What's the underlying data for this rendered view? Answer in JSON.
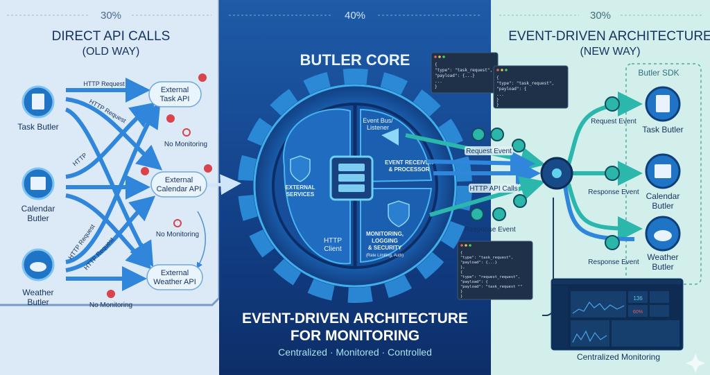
{
  "percentages": {
    "left": "30%",
    "center": "40%",
    "right": "30%"
  },
  "left": {
    "title": "DIRECT API CALLS",
    "subtitle": "(OLD WAY)",
    "butlers": [
      "Task Butler",
      "Calendar",
      "Butler",
      "Weather",
      "Butler"
    ],
    "apis": [
      [
        "External",
        "Task API"
      ],
      [
        "External",
        "Calendar API"
      ],
      [
        "External",
        "Weather API"
      ]
    ],
    "arrow_labels": [
      "HTTP Request",
      "HTTP Request",
      "HTTP",
      "HTTP Request",
      "HTTP Request"
    ],
    "no_monitoring": "No Monitoring"
  },
  "center": {
    "title": "BUTLER CORE",
    "modules": {
      "event_bus": [
        "Event Bus/",
        "Listener"
      ],
      "receiver": [
        "EVENT RECEIVER",
        "& PROCESSOR"
      ],
      "external": [
        "EXTERNAL",
        "SERVICES"
      ],
      "http": [
        "HTTP",
        "Client"
      ],
      "monitoring": [
        "MONITORING,",
        "LOGGING",
        "& SECURITY",
        "(Rate Limiting, Auth)"
      ]
    },
    "bottom_title_1": "EVENT-DRIVEN ARCHITECTURE",
    "bottom_title_2": "FOR MONITORING",
    "tagline": "Centralized · Monitored · Controlled"
  },
  "right": {
    "title": "EVENT-DRIVEN ARCHITECTURE",
    "subtitle": "(NEW WAY)",
    "sdk_label": "Butler SDK",
    "butlers": [
      "Task Butler",
      "Calendar",
      "Butler",
      "Weather",
      "Butler"
    ],
    "flow_labels": {
      "request_in": "Request Event",
      "http_calls": "HTTP API Calls",
      "response_in": "Response Event",
      "request_out": "Request Event",
      "response_out_1": "Response Event",
      "response_out_2": "Response Event"
    },
    "dashboard_caption": "Centralized Monitoring",
    "dashboard_value": "136",
    "dashboard_pct": "60%"
  },
  "code_windows": {
    "a": [
      "{",
      "  \"type\": \"task_request\",",
      "  \"payload\": {...}",
      "  ...",
      "}"
    ],
    "b": [
      "{",
      "  \"type\": \"task_request\",",
      "  \"payload\": {",
      "    ...",
      "  }",
      "}"
    ],
    "c": [
      "{",
      "  \"type\": \"task_request\",",
      "  \"payload\": {...}",
      "},",
      "{",
      "  \"type\": \"request_request\",",
      "  \"payload\": {",
      "    \"payload\": \"task_request \"\"",
      "  }",
      "}"
    ]
  },
  "colors": {
    "left_bg": "#dce9f6",
    "center_bg": "#154a95",
    "right_bg": "#d3efec",
    "arrow_blue": "#2f86db",
    "teal": "#27b3a8",
    "error_red": "#d9434b"
  }
}
